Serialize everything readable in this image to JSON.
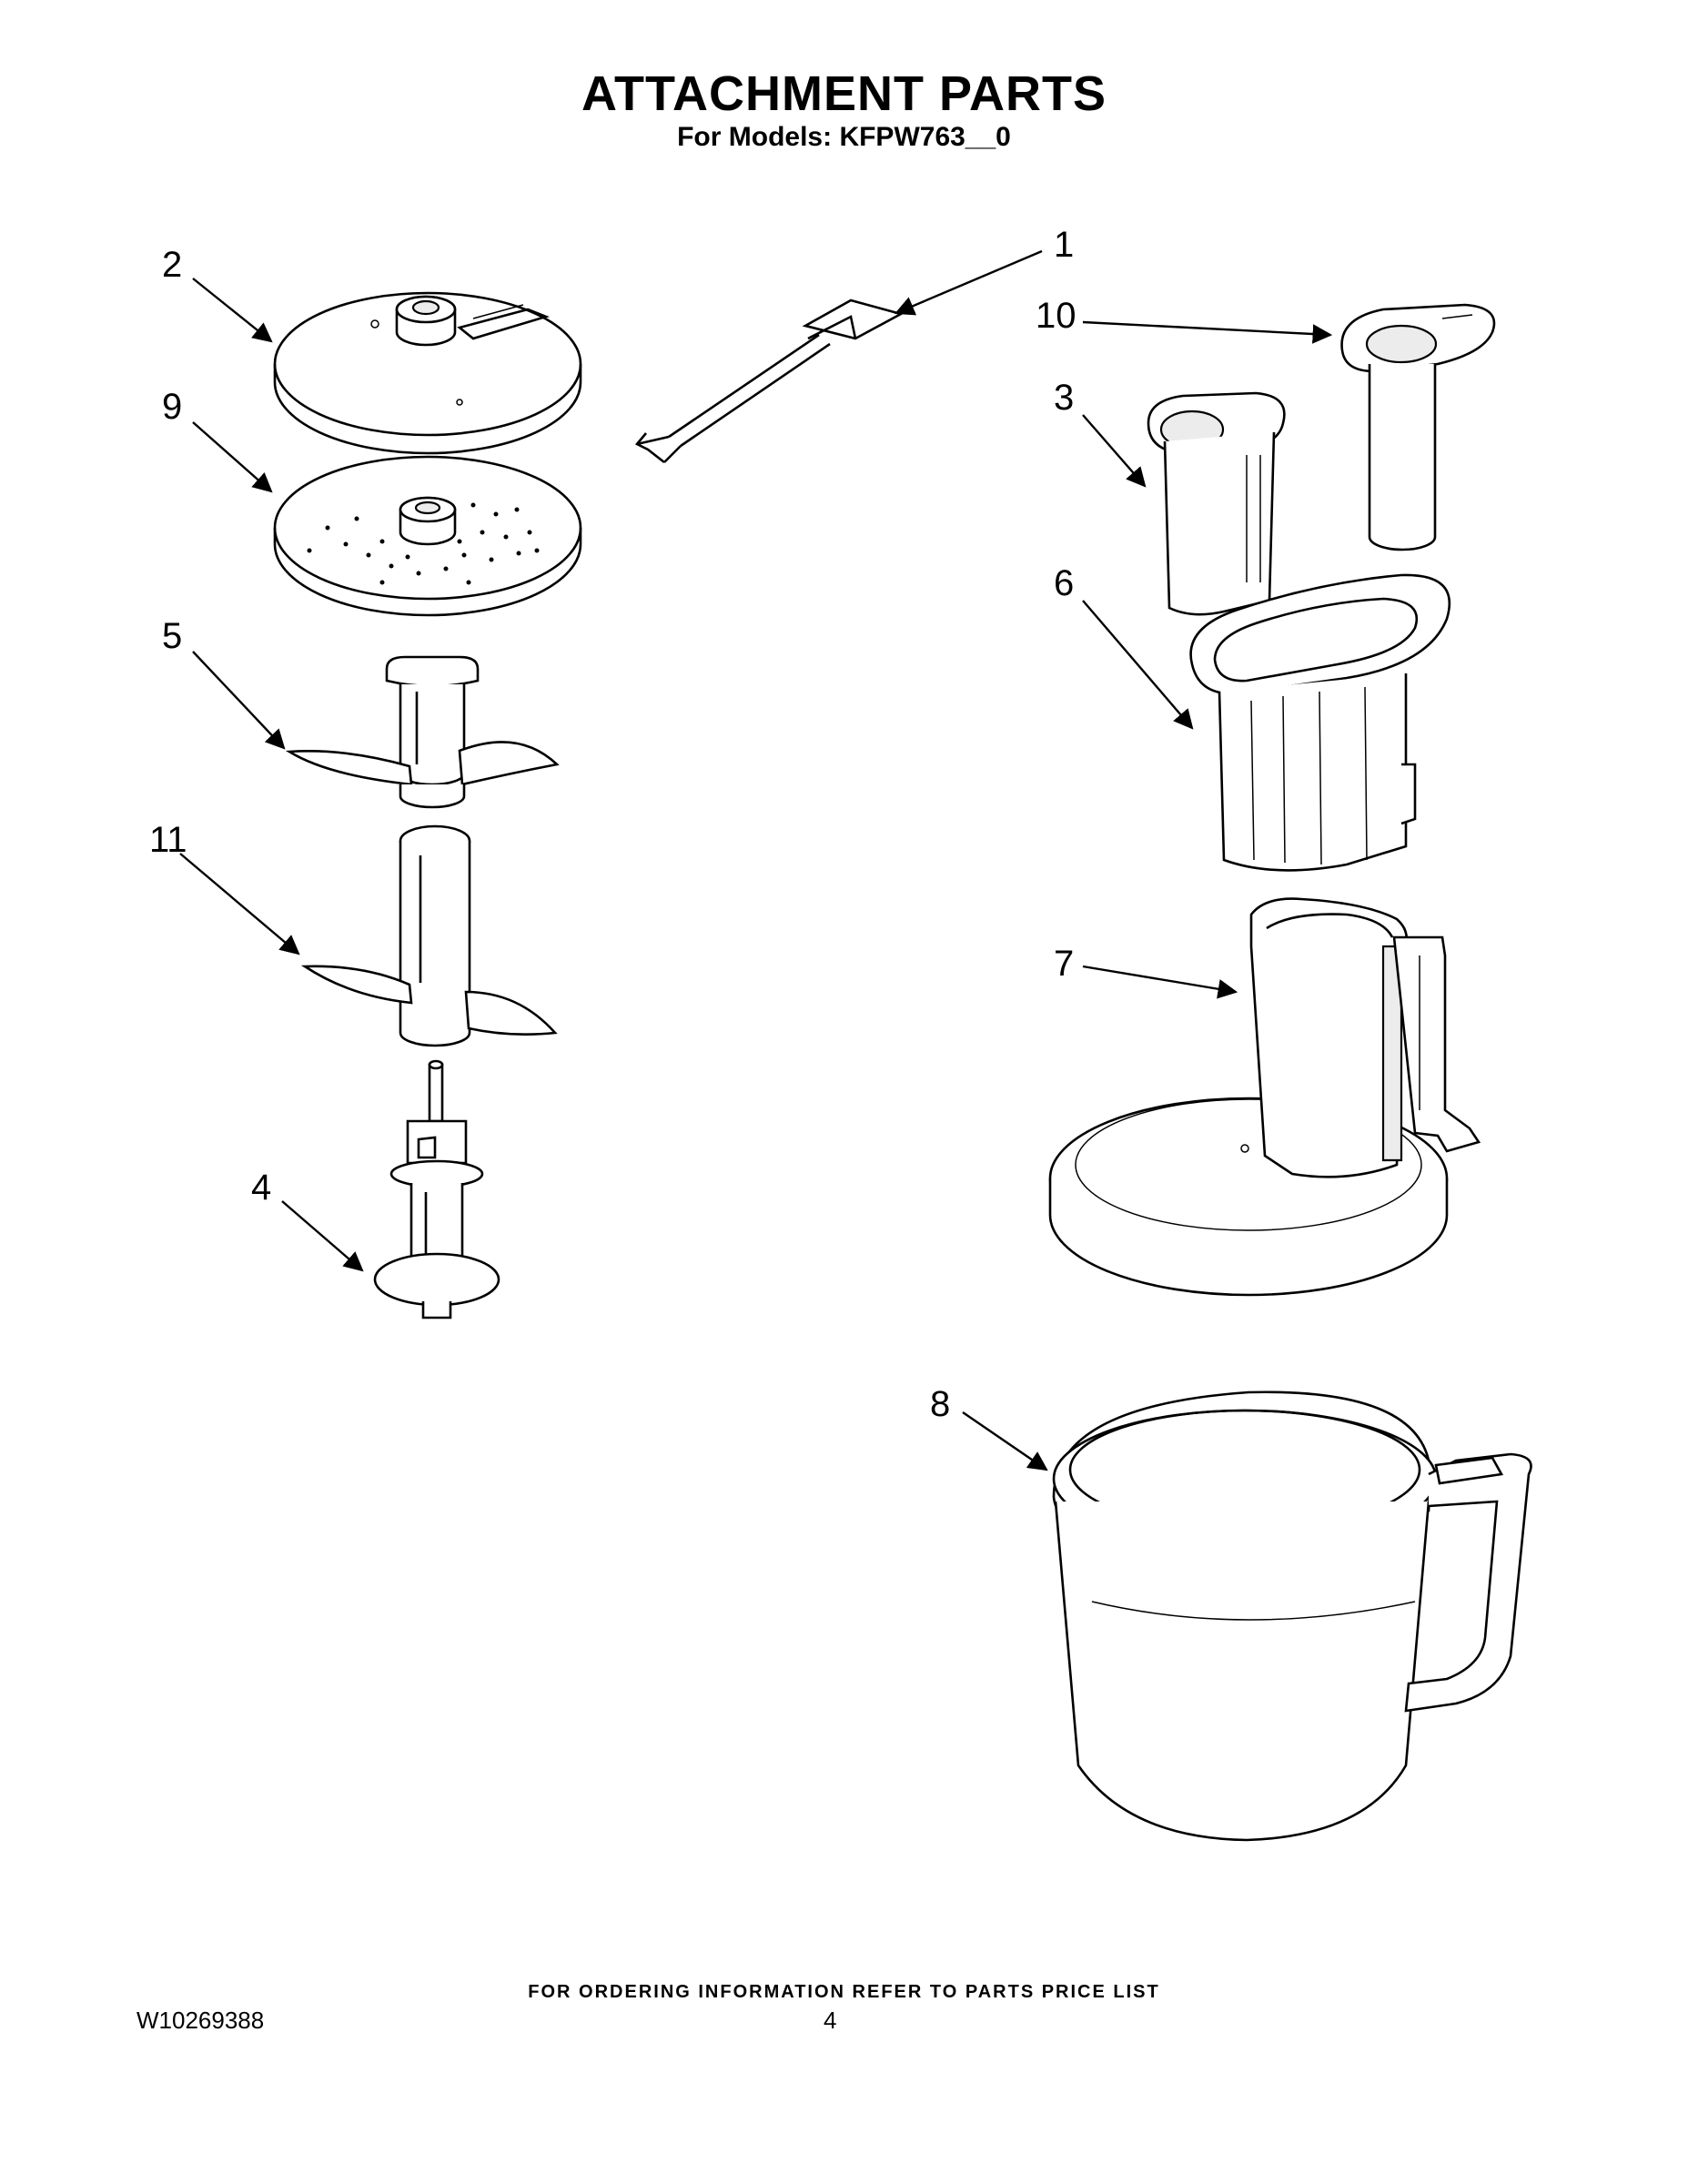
{
  "header": {
    "title": "ATTACHMENT PARTS",
    "subtitle": "For Models: KFPW763__0"
  },
  "callouts": [
    {
      "id": "1",
      "label": "1"
    },
    {
      "id": "2",
      "label": "2"
    },
    {
      "id": "3",
      "label": "3"
    },
    {
      "id": "4",
      "label": "4"
    },
    {
      "id": "5",
      "label": "5"
    },
    {
      "id": "6",
      "label": "6"
    },
    {
      "id": "7",
      "label": "7"
    },
    {
      "id": "8",
      "label": "8"
    },
    {
      "id": "9",
      "label": "9"
    },
    {
      "id": "10",
      "label": "10"
    },
    {
      "id": "11",
      "label": "11"
    }
  ],
  "footer": {
    "ordering_note": "FOR ORDERING INFORMATION REFER TO PARTS PRICE LIST",
    "document_number": "W10269388",
    "page_number": "4"
  }
}
